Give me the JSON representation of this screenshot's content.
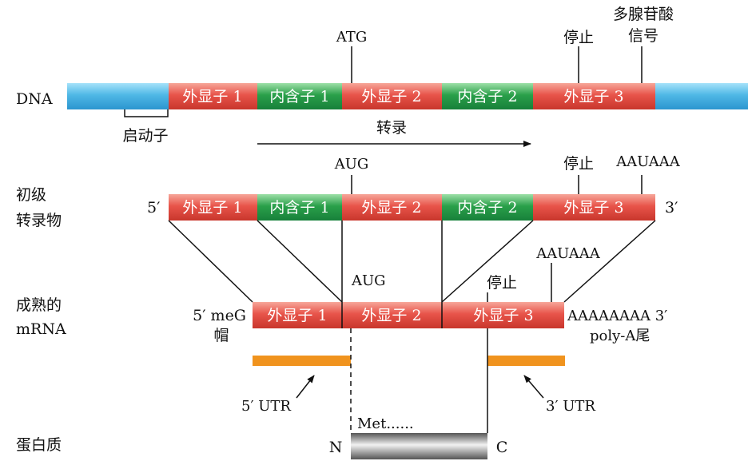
{
  "colors": {
    "exon": "#e8544a",
    "intron": "#2aa04a",
    "flank": "#4fb8e6",
    "utr": "#f0931e",
    "protein": "#9a9a9a",
    "line": "#111111"
  },
  "row_labels": {
    "dna": "DNA",
    "primary_1": "初级",
    "primary_2": "转录物",
    "mature_1": "成熟的",
    "mature_2": "mRNA",
    "protein": "蛋白质"
  },
  "dna": {
    "segments": [
      "外显子 1",
      "内含子 1",
      "外显子 2",
      "内含子 2",
      "外显子 3"
    ],
    "promoter": "启动子",
    "start_label": "ATG",
    "stop_label": "停止",
    "polya_signal_1": "多腺苷酸",
    "polya_signal_2": "信号",
    "transcription": "转录"
  },
  "primary": {
    "segments": [
      "外显子 1",
      "内含子 1",
      "外显子 2",
      "内含子 2",
      "外显子 3"
    ],
    "five_prime": "5′",
    "three_prime": "3′",
    "start_label": "AUG",
    "stop_label": "停止",
    "signal": "AAUAAA"
  },
  "mature": {
    "segments": [
      "外显子 1",
      "外显子 2",
      "外显子 3"
    ],
    "cap_1": "5′ meG",
    "cap_2": "帽",
    "start_label": "AUG",
    "stop_label": "停止",
    "signal": "AAUAAA",
    "tail_1": "AAAAAAAA 3′",
    "tail_2": "poly-A尾"
  },
  "utr": {
    "five": "5′ UTR",
    "three": "3′ UTR"
  },
  "protein": {
    "n_label": "N",
    "c_label": "C",
    "met": "Met......"
  }
}
